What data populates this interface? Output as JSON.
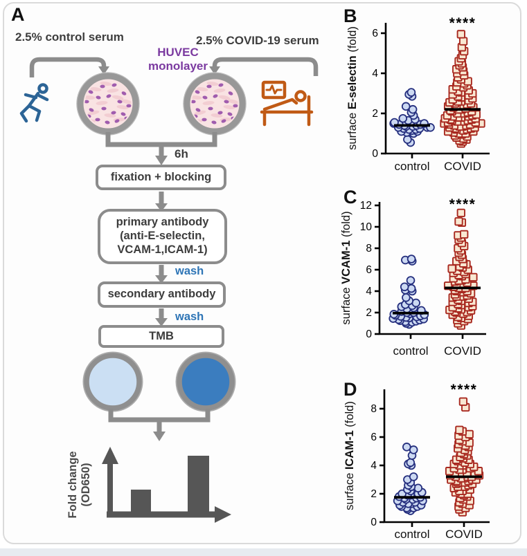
{
  "page": {
    "background": "#ffffff",
    "card_border": "#dadada",
    "bottom_strip": "#e7ebf0"
  },
  "panel_a": {
    "label": "A",
    "control_serum": "2.5% control serum",
    "covid_serum": "2.5% COVID-19 serum",
    "huvec_line1": "HUVEC",
    "huvec_line2": "monolayer",
    "incubation": "6h",
    "box_fixation": "fixation + blocking",
    "box_primary_line1": "primary antibody",
    "box_primary_line2": "(anti-E-selectin,",
    "box_primary_line3": "VCAM-1,ICAM-1)",
    "box_secondary": "secondary antibody",
    "box_tmb": "TMB",
    "wash1": "wash",
    "wash2": "wash",
    "bar_axis_line1": "Fold change",
    "bar_axis_line2": "(OD650)",
    "icons": {
      "runner": "runner-icon",
      "patient": "hospital-bed-icon",
      "dish": "culture-dish",
      "well_light": "tmb-well-light",
      "well_dark": "tmb-well-dark"
    },
    "colors": {
      "flow_gray": "#8c8c8c",
      "chart_dark": "#565656",
      "wash_blue": "#2e75b6",
      "huvec_purple": "#7b3aa0",
      "runner_blue": "#2c6496",
      "patient_orange": "#c05a15",
      "dish_fill": "#f9e3e3",
      "nuclei_purple": "#a05cae",
      "well_light": "#cbdff3",
      "well_dark": "#3b7dbf"
    }
  },
  "chart_data": [
    {
      "panel_label": "B",
      "type": "scatter",
      "categories": [
        "control",
        "COVID"
      ],
      "ylabel_prefix": "surface",
      "ylabel_bold": "E-selectin",
      "ylabel_suffix": "(fold)",
      "yticks": [
        0,
        2,
        4,
        6
      ],
      "ylim": [
        0,
        6.5
      ],
      "significance": "****",
      "medians": [
        1.4,
        2.2
      ],
      "legend_position": "none",
      "series": [
        {
          "name": "control",
          "marker": "circle",
          "fill": "#ccd9f2",
          "stroke": "#252f7e",
          "values": [
            0.55,
            0.7,
            1.0,
            1.05,
            1.1,
            1.1,
            1.15,
            1.2,
            1.2,
            1.25,
            1.25,
            1.3,
            1.3,
            1.3,
            1.35,
            1.35,
            1.4,
            1.4,
            1.45,
            1.45,
            1.5,
            1.5,
            1.55,
            1.6,
            1.65,
            1.7,
            1.75,
            1.9,
            2.05,
            2.2,
            2.35,
            2.85,
            2.95,
            3.05
          ]
        },
        {
          "name": "COVID",
          "marker": "square",
          "fill": "#f9e8d2",
          "stroke": "#a8281f",
          "values": [
            0.5,
            0.6,
            0.65,
            0.7,
            0.75,
            0.8,
            0.85,
            0.9,
            0.95,
            1.0,
            1.0,
            1.05,
            1.1,
            1.1,
            1.15,
            1.2,
            1.2,
            1.25,
            1.25,
            1.3,
            1.3,
            1.35,
            1.35,
            1.4,
            1.4,
            1.45,
            1.45,
            1.5,
            1.5,
            1.5,
            1.55,
            1.55,
            1.6,
            1.6,
            1.65,
            1.65,
            1.7,
            1.7,
            1.75,
            1.75,
            1.8,
            1.8,
            1.85,
            1.85,
            1.9,
            1.9,
            1.95,
            2.0,
            2.0,
            2.05,
            2.1,
            2.1,
            2.15,
            2.2,
            2.2,
            2.25,
            2.3,
            2.3,
            2.35,
            2.4,
            2.4,
            2.45,
            2.5,
            2.5,
            2.55,
            2.6,
            2.6,
            2.65,
            2.7,
            2.75,
            2.8,
            2.85,
            2.9,
            2.95,
            3.0,
            3.05,
            3.1,
            3.15,
            3.2,
            3.3,
            3.35,
            3.4,
            3.5,
            3.55,
            3.6,
            3.7,
            3.8,
            3.9,
            4.0,
            4.1,
            4.2,
            4.3,
            4.4,
            4.5,
            4.6,
            4.75,
            4.9,
            5.1,
            5.3,
            5.6,
            5.95
          ]
        }
      ]
    },
    {
      "panel_label": "C",
      "type": "scatter",
      "categories": [
        "control",
        "COVID"
      ],
      "ylabel_prefix": "surface",
      "ylabel_bold": "VCAM-1",
      "ylabel_suffix": "(fold)",
      "yticks": [
        0,
        2,
        4,
        6,
        8,
        10,
        12
      ],
      "ylim": [
        0,
        12.3
      ],
      "significance": "****",
      "medians": [
        1.95,
        4.3
      ],
      "legend_position": "none",
      "series": [
        {
          "name": "control",
          "marker": "circle",
          "fill": "#ccd9f2",
          "stroke": "#252f7e",
          "values": [
            0.9,
            1.0,
            1.1,
            1.15,
            1.2,
            1.25,
            1.3,
            1.35,
            1.4,
            1.45,
            1.5,
            1.55,
            1.6,
            1.65,
            1.7,
            1.75,
            1.8,
            1.85,
            1.9,
            2.0,
            2.0,
            2.1,
            2.2,
            2.3,
            2.35,
            2.45,
            2.55,
            2.65,
            2.75,
            2.9,
            3.1,
            3.4,
            4.0,
            4.1,
            4.25,
            4.4,
            5.0,
            6.8,
            6.9,
            7.0
          ]
        },
        {
          "name": "COVID",
          "marker": "square",
          "fill": "#f9e8d2",
          "stroke": "#a8281f",
          "values": [
            0.8,
            1.0,
            1.2,
            1.3,
            1.4,
            1.5,
            1.6,
            1.7,
            1.8,
            1.9,
            2.0,
            2.05,
            2.1,
            2.2,
            2.25,
            2.3,
            2.4,
            2.5,
            2.5,
            2.6,
            2.7,
            2.8,
            2.9,
            3.0,
            3.0,
            3.1,
            3.2,
            3.3,
            3.4,
            3.5,
            3.5,
            3.6,
            3.7,
            3.8,
            3.9,
            4.0,
            4.0,
            4.1,
            4.2,
            4.3,
            4.3,
            4.4,
            4.5,
            4.5,
            4.6,
            4.7,
            4.8,
            4.9,
            5.0,
            5.0,
            5.1,
            5.2,
            5.3,
            5.4,
            5.5,
            5.6,
            5.7,
            5.8,
            5.9,
            6.0,
            6.1,
            6.2,
            6.3,
            6.5,
            6.6,
            6.8,
            7.0,
            7.2,
            7.4,
            7.6,
            7.8,
            8.0,
            8.2,
            8.5,
            8.8,
            9.0,
            9.2,
            9.3,
            10.4,
            10.5,
            11.3
          ]
        }
      ]
    },
    {
      "panel_label": "D",
      "type": "scatter",
      "categories": [
        "control",
        "COVID"
      ],
      "ylabel_prefix": "surface",
      "ylabel_bold": "ICAM-1",
      "ylabel_suffix": "(fold)",
      "yticks": [
        0,
        2,
        4,
        6,
        8
      ],
      "ylim": [
        0,
        9.4
      ],
      "significance": "****",
      "medians": [
        1.75,
        3.2
      ],
      "legend_position": "none",
      "series": [
        {
          "name": "control",
          "marker": "circle",
          "fill": "#ccd9f2",
          "stroke": "#252f7e",
          "values": [
            0.8,
            0.9,
            1.0,
            1.0,
            1.1,
            1.1,
            1.2,
            1.2,
            1.3,
            1.3,
            1.4,
            1.4,
            1.5,
            1.5,
            1.6,
            1.6,
            1.7,
            1.7,
            1.75,
            1.8,
            1.9,
            1.9,
            2.0,
            2.0,
            2.1,
            2.2,
            2.3,
            2.4,
            2.5,
            2.6,
            2.8,
            3.0,
            3.2,
            4.0,
            4.1,
            4.2,
            4.7,
            5.1,
            5.3
          ]
        },
        {
          "name": "COVID",
          "marker": "square",
          "fill": "#f9e8d2",
          "stroke": "#a8281f",
          "values": [
            0.7,
            0.9,
            1.0,
            1.1,
            1.2,
            1.3,
            1.4,
            1.5,
            1.6,
            1.7,
            1.8,
            1.9,
            2.0,
            2.0,
            2.1,
            2.2,
            2.2,
            2.3,
            2.4,
            2.5,
            2.5,
            2.6,
            2.7,
            2.7,
            2.8,
            2.8,
            2.9,
            2.9,
            3.0,
            3.0,
            3.0,
            3.1,
            3.1,
            3.2,
            3.2,
            3.2,
            3.3,
            3.3,
            3.4,
            3.4,
            3.5,
            3.5,
            3.5,
            3.6,
            3.6,
            3.7,
            3.7,
            3.8,
            3.8,
            3.9,
            4.0,
            4.0,
            4.1,
            4.1,
            4.2,
            4.3,
            4.4,
            4.4,
            4.5,
            4.6,
            4.7,
            4.8,
            4.9,
            5.0,
            5.1,
            5.2,
            5.3,
            5.4,
            5.5,
            5.6,
            5.7,
            5.8,
            6.0,
            6.1,
            6.2,
            6.4,
            6.5,
            8.1,
            8.5
          ]
        }
      ]
    }
  ]
}
